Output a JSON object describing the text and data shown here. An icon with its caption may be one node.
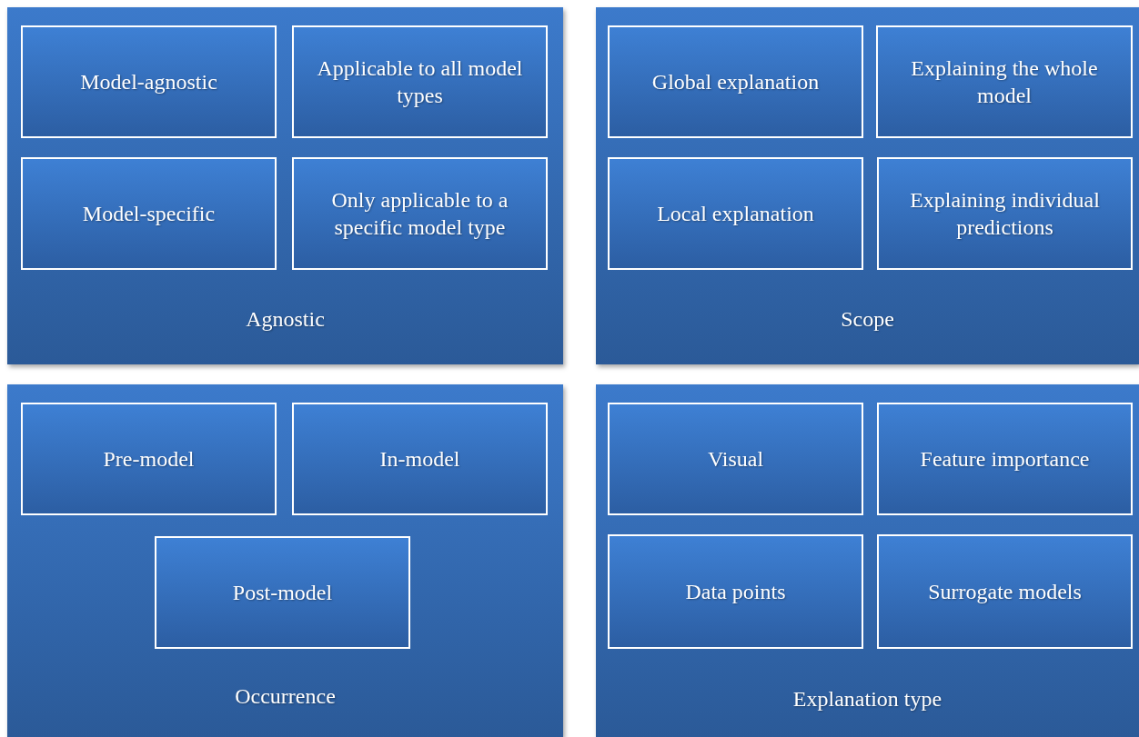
{
  "diagram": {
    "nodes": [
      {
        "text": [
          "Agnostic"
        ]
      },
      {
        "text": [
          "Model-agnostic"
        ],
        "in": 0
      },
      {
        "text": [
          "Applicable to all model types"
        ],
        "in": 0
      },
      {
        "text": [
          "Model-specific"
        ],
        "in": 0
      },
      {
        "text": [
          "Only applicable to a specific model type"
        ],
        "in": 0
      },
      {
        "text": [
          "Scope"
        ]
      },
      {
        "text": [
          "Global explanation"
        ],
        "in": 5
      },
      {
        "text": [
          "Explaining the whole model"
        ],
        "in": 5
      },
      {
        "text": [
          "Local explanation"
        ],
        "in": 5
      },
      {
        "text": [
          "Explaining individual predictions"
        ],
        "in": 5
      },
      {
        "text": [
          "Occurrence"
        ]
      },
      {
        "text": [
          "Pre-model"
        ],
        "in": 10
      },
      {
        "text": [
          "In-model"
        ],
        "in": 10
      },
      {
        "text": [
          "Post-model"
        ],
        "in": 10
      },
      {
        "text": [
          "Explanation type"
        ]
      },
      {
        "text": [
          "Visual"
        ],
        "in": 14
      },
      {
        "text": [
          "Feature importance"
        ],
        "in": 14
      },
      {
        "text": [
          "Data points"
        ],
        "in": 14
      },
      {
        "text": [
          "Surrogate models"
        ],
        "in": 14
      }
    ],
    "edges": []
  }
}
